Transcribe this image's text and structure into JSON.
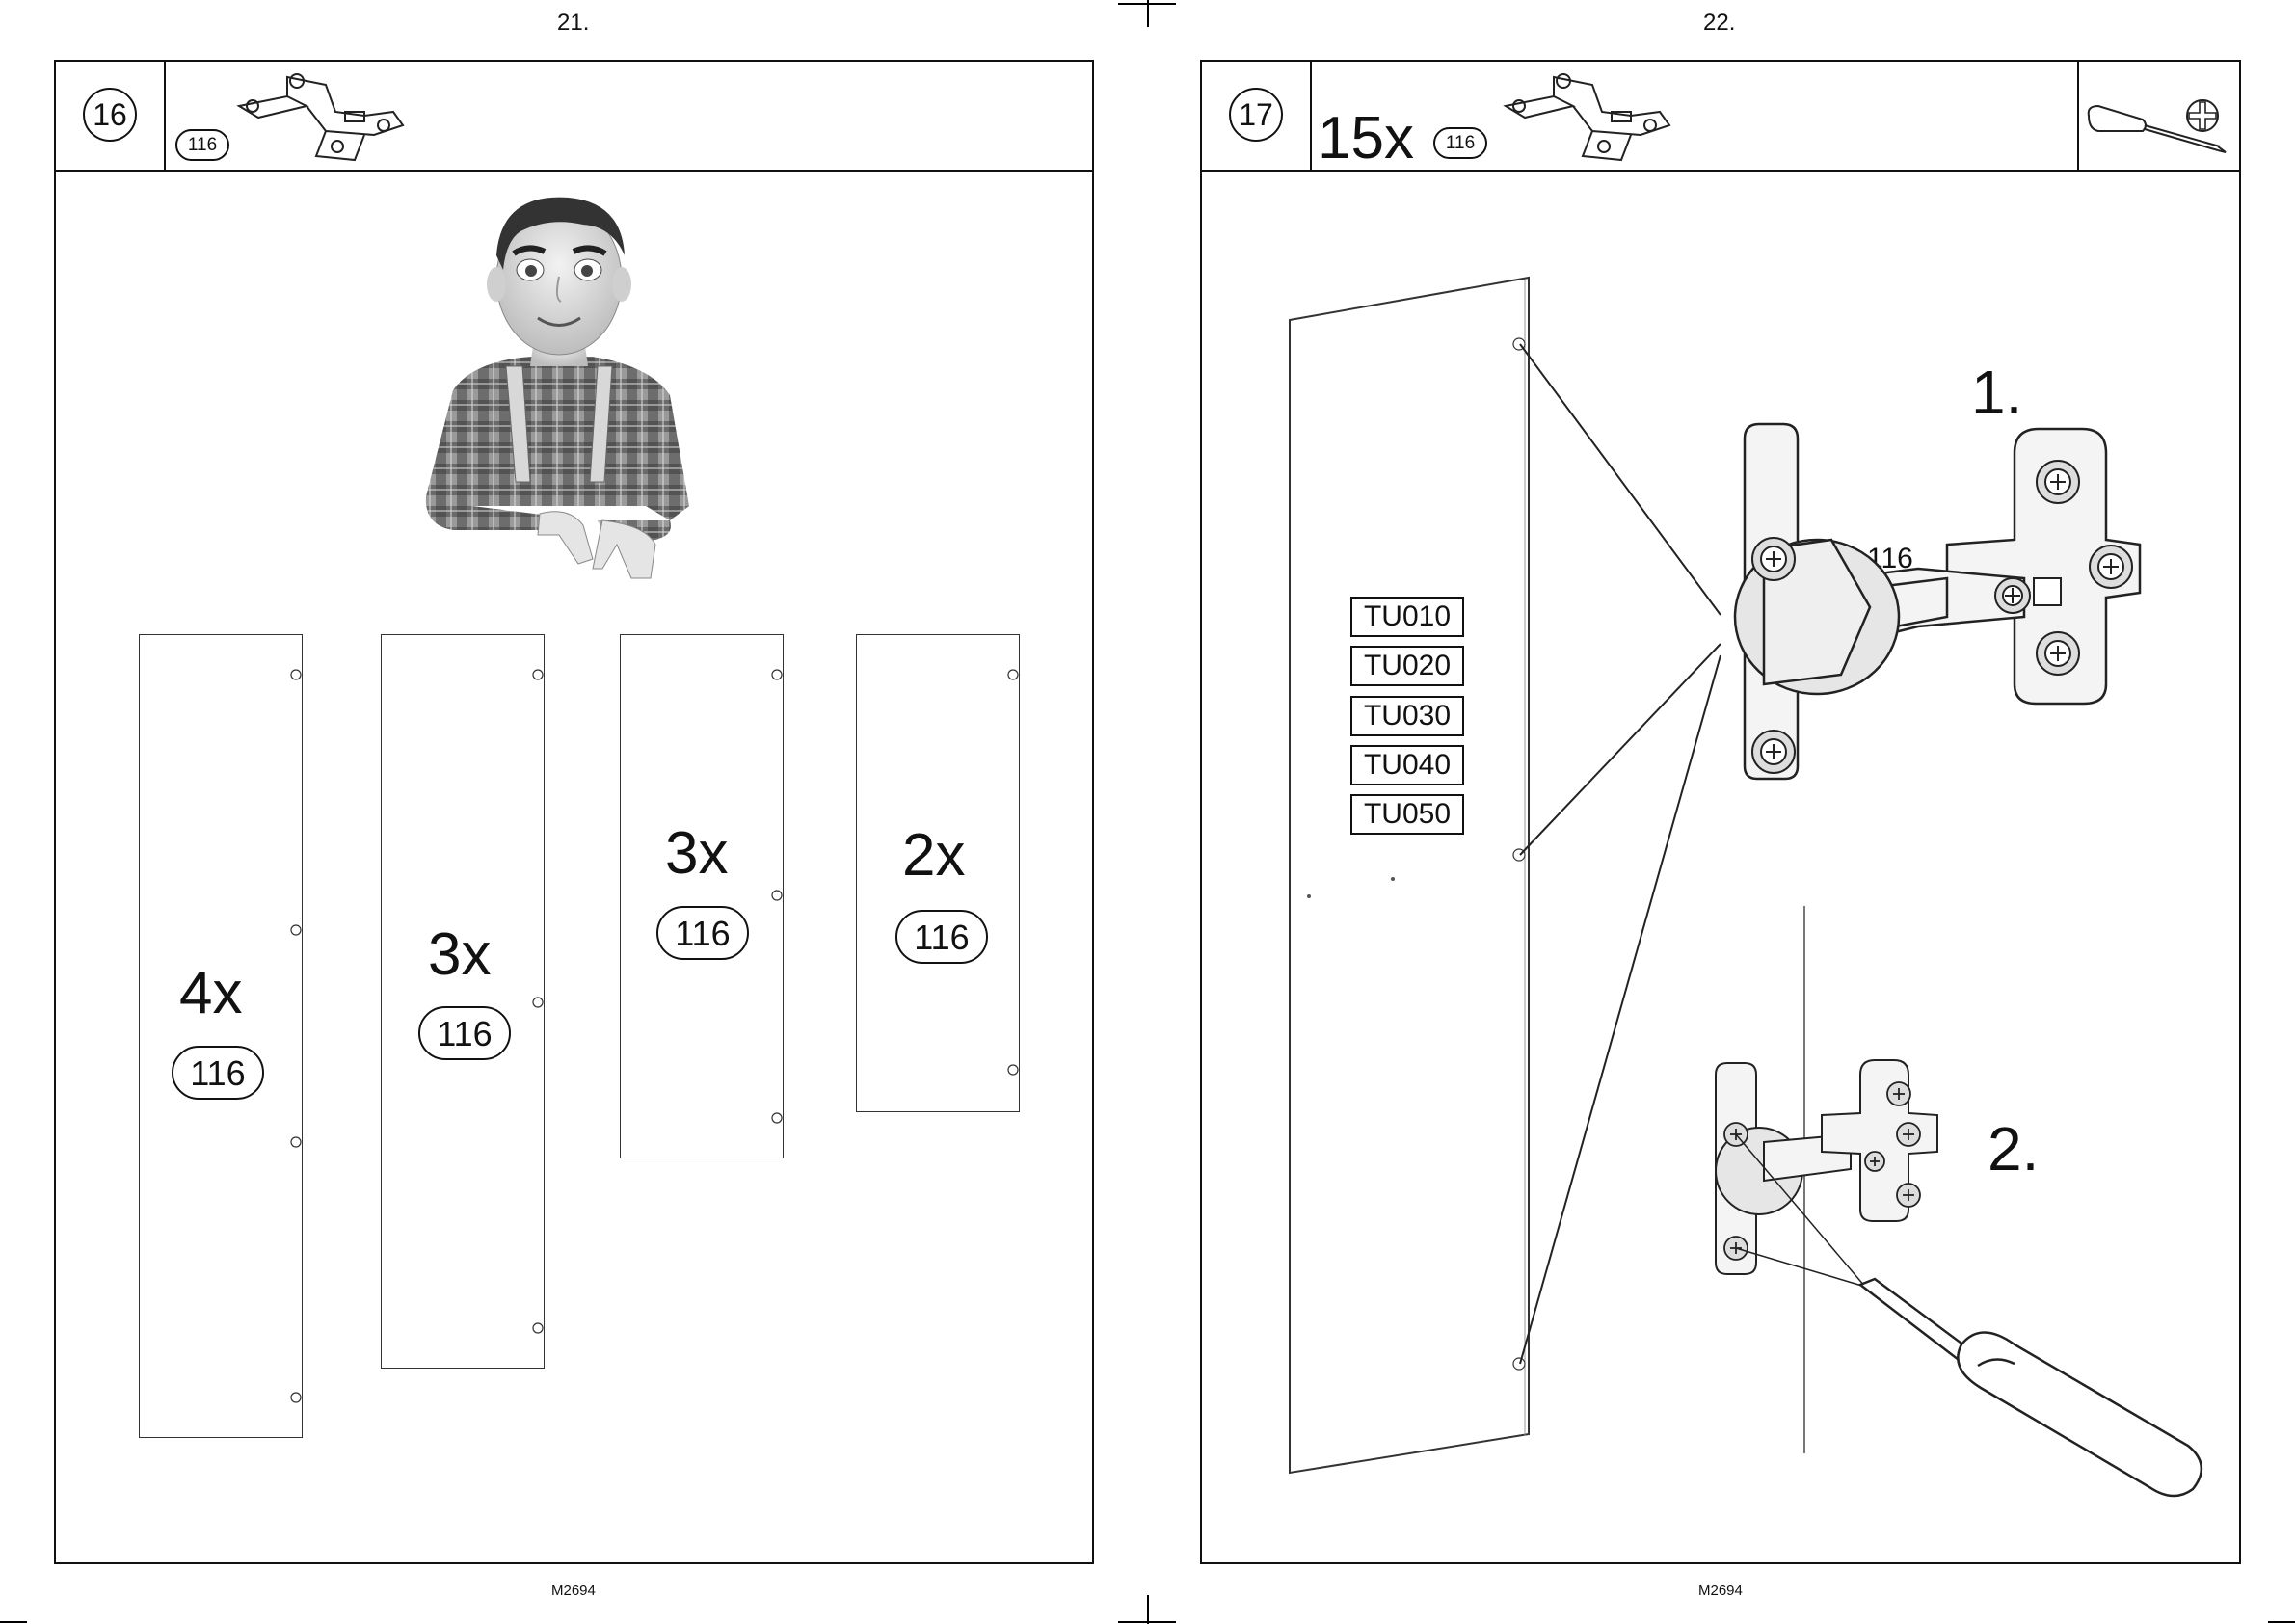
{
  "left_page": {
    "page_number": "21.",
    "footer": "M2694",
    "step": {
      "number": "16",
      "part_badge": "116",
      "icon": "hinge-icon"
    },
    "illustration": "worker-mascot",
    "panels": [
      {
        "quantity": "4x",
        "part": "116"
      },
      {
        "quantity": "3x",
        "part": "116"
      },
      {
        "quantity": "3x",
        "part": "116"
      },
      {
        "quantity": "2x",
        "part": "116"
      }
    ]
  },
  "right_page": {
    "page_number": "22.",
    "footer": "M2694",
    "step": {
      "number": "17",
      "quantity": "15x",
      "part_badge": "116",
      "icon": "hinge-icon",
      "tool_icon": "screwdriver-icon",
      "tool_type_icon": "phillips-icon"
    },
    "door_codes": [
      "TU010",
      "TU020",
      "TU030",
      "TU040",
      "TU050"
    ],
    "detail_1": {
      "label": "1.",
      "part": "116"
    },
    "detail_2": {
      "label": "2."
    }
  }
}
